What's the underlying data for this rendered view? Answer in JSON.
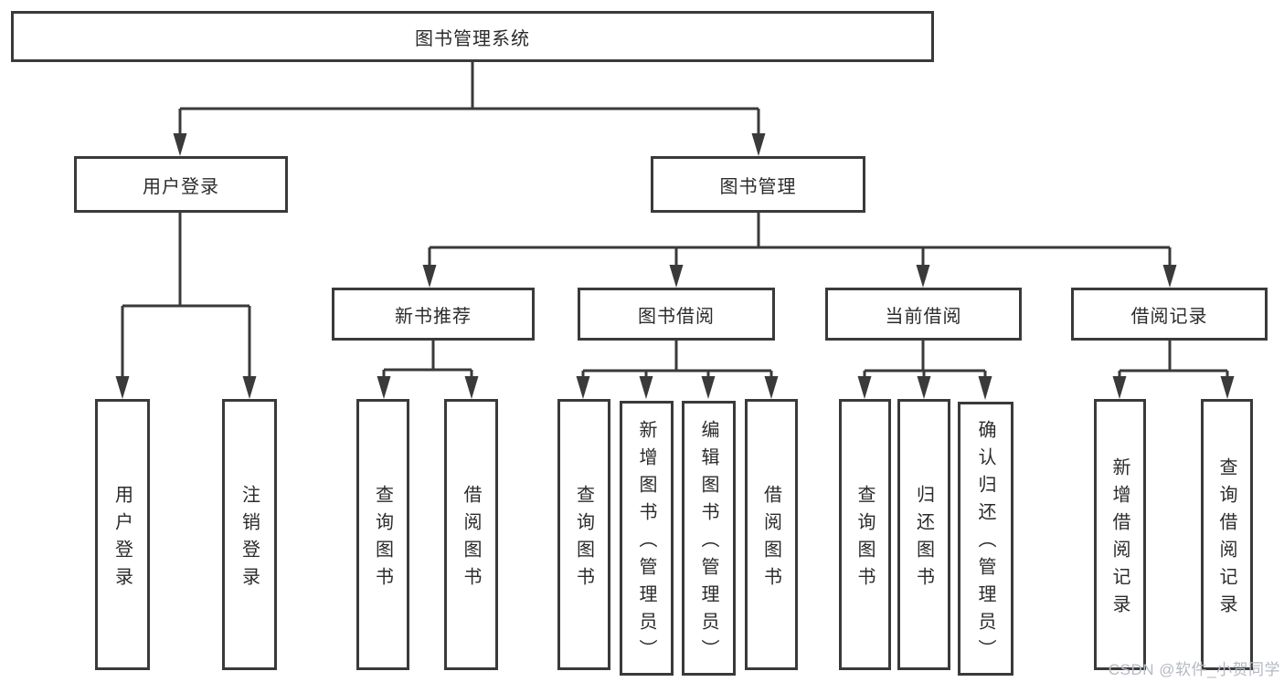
{
  "colors": {
    "line": "#3a3a3a",
    "text": "#2b2b2b",
    "watermark": "#b5b9c2",
    "bg": "#ffffff"
  },
  "watermark": "CSDN @软件_小贺同学",
  "tree": {
    "root": {
      "label": "图书管理系统",
      "children": [
        {
          "label": "用户登录",
          "children": [
            {
              "label": "用户登录"
            },
            {
              "label": "注销登录"
            }
          ]
        },
        {
          "label": "图书管理",
          "children": [
            {
              "label": "新书推荐",
              "children": [
                {
                  "label": "查询图书"
                },
                {
                  "label": "借阅图书"
                }
              ]
            },
            {
              "label": "图书借阅",
              "children": [
                {
                  "label": "查询图书"
                },
                {
                  "label": "新增图书（管理员）"
                },
                {
                  "label": "编辑图书（管理员）"
                },
                {
                  "label": "借阅图书"
                }
              ]
            },
            {
              "label": "当前借阅",
              "children": [
                {
                  "label": "查询图书"
                },
                {
                  "label": "归还图书"
                },
                {
                  "label": "确认归还（管理员）"
                }
              ]
            },
            {
              "label": "借阅记录",
              "children": [
                {
                  "label": "新增借阅记录"
                },
                {
                  "label": "查询借阅记录"
                }
              ]
            }
          ]
        }
      ]
    }
  }
}
